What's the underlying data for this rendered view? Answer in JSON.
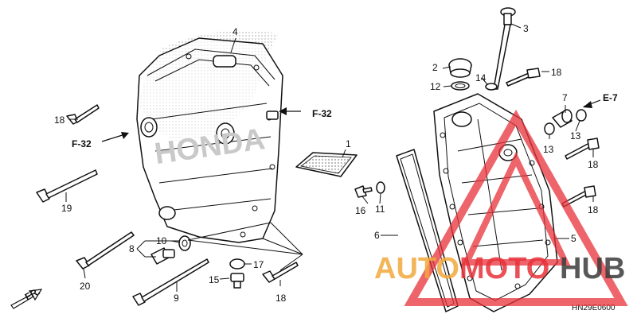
{
  "diagram": {
    "callouts": [
      "1",
      "2",
      "3",
      "4",
      "5",
      "6",
      "7",
      "8",
      "9",
      "10",
      "11",
      "12",
      "13",
      "13",
      "14",
      "15",
      "16",
      "17",
      "18",
      "18",
      "18",
      "18",
      "19",
      "20"
    ],
    "refs": [
      "F-32",
      "F-32",
      "E-7",
      "FR."
    ],
    "drawing_code": "HN29E0600",
    "brand_text": "HONDA"
  },
  "watermark": {
    "text_auto": "AUTO",
    "text_moto": "MOTO",
    "text_hub": "HUB",
    "accent_color": "#e8323a",
    "gold_color": "#f2a93b",
    "dark_color": "#3b3b3b",
    "logo_icon": "warning-triangle-icon"
  }
}
